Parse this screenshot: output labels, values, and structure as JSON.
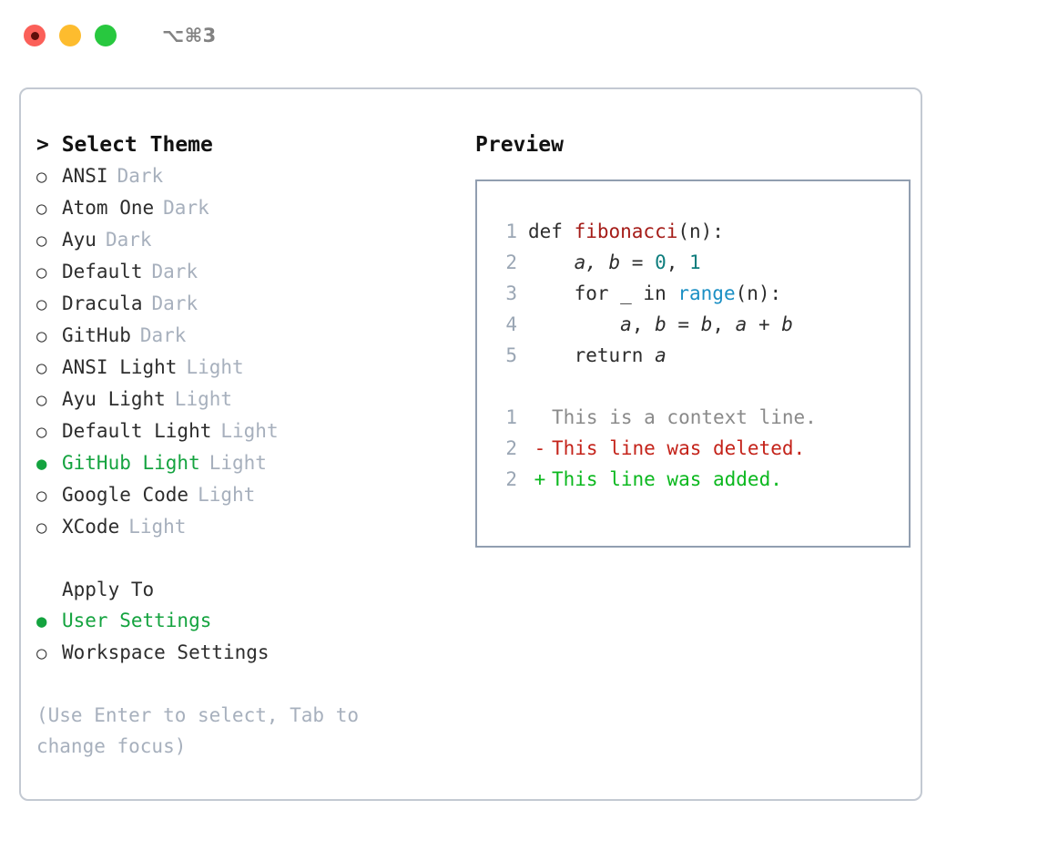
{
  "titlebar": {
    "shortcut": "⌥⌘3",
    "lights": [
      {
        "name": "close-button",
        "color": "#fb6059"
      },
      {
        "name": "minimize-button",
        "color": "#fdbc2e"
      },
      {
        "name": "maximize-button",
        "color": "#28c83f"
      }
    ]
  },
  "theme_list": {
    "header": "> Select Theme",
    "selected_marker": "●",
    "unselected_marker": "○",
    "items": [
      {
        "name": "ANSI",
        "tag": "Dark",
        "selected": false
      },
      {
        "name": "Atom One",
        "tag": "Dark",
        "selected": false
      },
      {
        "name": "Ayu",
        "tag": "Dark",
        "selected": false
      },
      {
        "name": "Default",
        "tag": "Dark",
        "selected": false
      },
      {
        "name": "Dracula",
        "tag": "Dark",
        "selected": false
      },
      {
        "name": "GitHub",
        "tag": "Dark",
        "selected": false
      },
      {
        "name": "ANSI Light",
        "tag": "Light",
        "selected": false
      },
      {
        "name": "Ayu Light",
        "tag": "Light",
        "selected": false
      },
      {
        "name": "Default Light",
        "tag": "Light",
        "selected": false
      },
      {
        "name": "GitHub Light",
        "tag": "Light",
        "selected": true
      },
      {
        "name": "Google Code",
        "tag": "Light",
        "selected": false
      },
      {
        "name": "XCode",
        "tag": "Light",
        "selected": false
      }
    ]
  },
  "apply_to": {
    "header": "Apply To",
    "options": [
      {
        "name": "User Settings",
        "selected": true
      },
      {
        "name": "Workspace Settings",
        "selected": false
      }
    ]
  },
  "hint": "(Use Enter to select, Tab to change focus)",
  "preview": {
    "header": "Preview",
    "code_lines": [
      {
        "ln": "1",
        "tokens": [
          {
            "text": "def ",
            "cls": "tok-plain"
          },
          {
            "text": "fibonacci",
            "cls": "tok-fn"
          },
          {
            "text": "(n):",
            "cls": "tok-plain"
          }
        ]
      },
      {
        "ln": "2",
        "tokens": [
          {
            "text": "    ",
            "cls": "tok-plain"
          },
          {
            "text": "a, b",
            "cls": "tok-var"
          },
          {
            "text": " = ",
            "cls": "tok-plain"
          },
          {
            "text": "0",
            "cls": "tok-num"
          },
          {
            "text": ", ",
            "cls": "tok-plain"
          },
          {
            "text": "1",
            "cls": "tok-num"
          }
        ]
      },
      {
        "ln": "3",
        "tokens": [
          {
            "text": "    for _ in ",
            "cls": "tok-plain"
          },
          {
            "text": "range",
            "cls": "tok-call"
          },
          {
            "text": "(n):",
            "cls": "tok-plain"
          }
        ]
      },
      {
        "ln": "4",
        "tokens": [
          {
            "text": "        ",
            "cls": "tok-plain"
          },
          {
            "text": "a",
            "cls": "tok-var"
          },
          {
            "text": ", ",
            "cls": "tok-plain"
          },
          {
            "text": "b",
            "cls": "tok-var"
          },
          {
            "text": " = ",
            "cls": "tok-plain"
          },
          {
            "text": "b",
            "cls": "tok-var"
          },
          {
            "text": ", ",
            "cls": "tok-plain"
          },
          {
            "text": "a",
            "cls": "tok-var"
          },
          {
            "text": " + ",
            "cls": "tok-plain"
          },
          {
            "text": "b",
            "cls": "tok-var"
          }
        ]
      },
      {
        "ln": "5",
        "tokens": [
          {
            "text": "    return ",
            "cls": "tok-plain"
          },
          {
            "text": "a",
            "cls": "tok-var"
          }
        ]
      }
    ],
    "diff_lines": [
      {
        "ln": "1",
        "marker": " ",
        "text": "This is a context line.",
        "kind": "diff-ctx"
      },
      {
        "ln": "2",
        "marker": "-",
        "text": "This line was deleted.",
        "kind": "diff-del"
      },
      {
        "ln": "2",
        "marker": "+",
        "text": "This line was added.",
        "kind": "diff-add"
      }
    ]
  },
  "colors": {
    "accent_green": "#14a33f",
    "muted": "#a7b0bd",
    "diff_add": "#0bb81e",
    "diff_del": "#c4231a",
    "function": "#a51c18",
    "number": "#0d7d7d",
    "call": "#1a8fc4",
    "panel_border": "#c3c9d2",
    "preview_border": "#919eb0"
  }
}
